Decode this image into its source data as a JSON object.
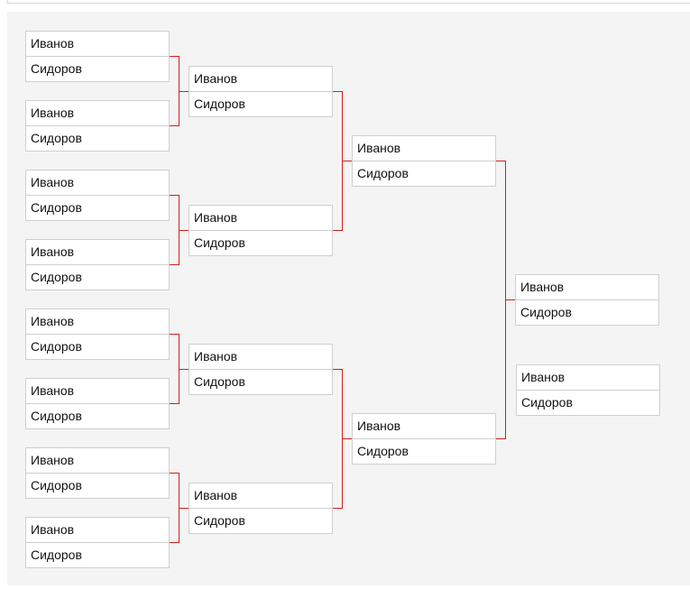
{
  "bracket": {
    "rounds": [
      {
        "matches": [
          {
            "players": [
              "Иванов",
              "Сидоров"
            ]
          },
          {
            "players": [
              "Иванов",
              "Сидоров"
            ]
          },
          {
            "players": [
              "Иванов",
              "Сидоров"
            ]
          },
          {
            "players": [
              "Иванов",
              "Сидоров"
            ]
          },
          {
            "players": [
              "Иванов",
              "Сидоров"
            ]
          },
          {
            "players": [
              "Иванов",
              "Сидоров"
            ]
          },
          {
            "players": [
              "Иванов",
              "Сидоров"
            ]
          },
          {
            "players": [
              "Иванов",
              "Сидоров"
            ]
          }
        ]
      },
      {
        "matches": [
          {
            "players": [
              "Иванов",
              "Сидоров"
            ]
          },
          {
            "players": [
              "Иванов",
              "Сидоров"
            ]
          },
          {
            "players": [
              "Иванов",
              "Сидоров"
            ]
          },
          {
            "players": [
              "Иванов",
              "Сидоров"
            ]
          }
        ]
      },
      {
        "matches": [
          {
            "players": [
              "Иванов",
              "Сидоров"
            ]
          },
          {
            "players": [
              "Иванов",
              "Сидоров"
            ]
          }
        ]
      },
      {
        "matches": [
          {
            "players": [
              "Иванов",
              "Сидоров"
            ]
          }
        ]
      }
    ],
    "third_place": {
      "players": [
        "Иванов",
        "Сидоров"
      ]
    },
    "connector_color": "#d21e1e"
  }
}
